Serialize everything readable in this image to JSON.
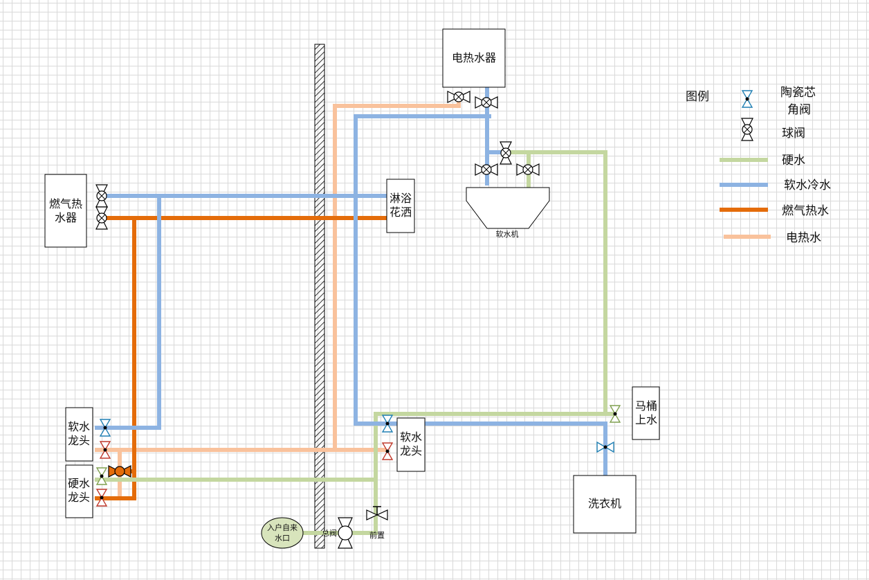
{
  "legend": {
    "title": "图例",
    "items": [
      {
        "label_line1": "陶瓷芯",
        "label_line2": "角阀",
        "icon": "ceramic-angle-valve-icon"
      },
      {
        "label": "球阀",
        "icon": "ball-valve-icon"
      },
      {
        "label": "硬水",
        "color": "#c4d7a0"
      },
      {
        "label": "软水冷水",
        "color": "#8db3e2"
      },
      {
        "label": "燃气热水",
        "color": "#e46c0a"
      },
      {
        "label": "电热水",
        "color": "#f9c29c"
      }
    ]
  },
  "equipment": {
    "electric_heater": "电热水器",
    "gas_heater_line1": "燃气热",
    "gas_heater_line2": "水器",
    "shower_line1": "淋浴",
    "shower_line2": "花洒",
    "softener": "软水机",
    "toilet_line1": "马桶",
    "toilet_line2": "上水",
    "washer": "洗衣机",
    "soft_tap_left_line1": "软水",
    "soft_tap_left_line2": "龙头",
    "hard_tap_line1": "硬水",
    "hard_tap_line2": "龙头",
    "soft_tap_right_line1": "软水",
    "soft_tap_right_line2": "龙头",
    "inlet_line1": "入户自来",
    "inlet_line2": "水口",
    "main_valve": "总阀",
    "prefilter": "前置"
  },
  "colors": {
    "hard_water": "#c4d7a0",
    "soft_cold_water": "#8db3e2",
    "gas_hot_water": "#e46c0a",
    "electric_hot_water": "#f9c29c"
  }
}
